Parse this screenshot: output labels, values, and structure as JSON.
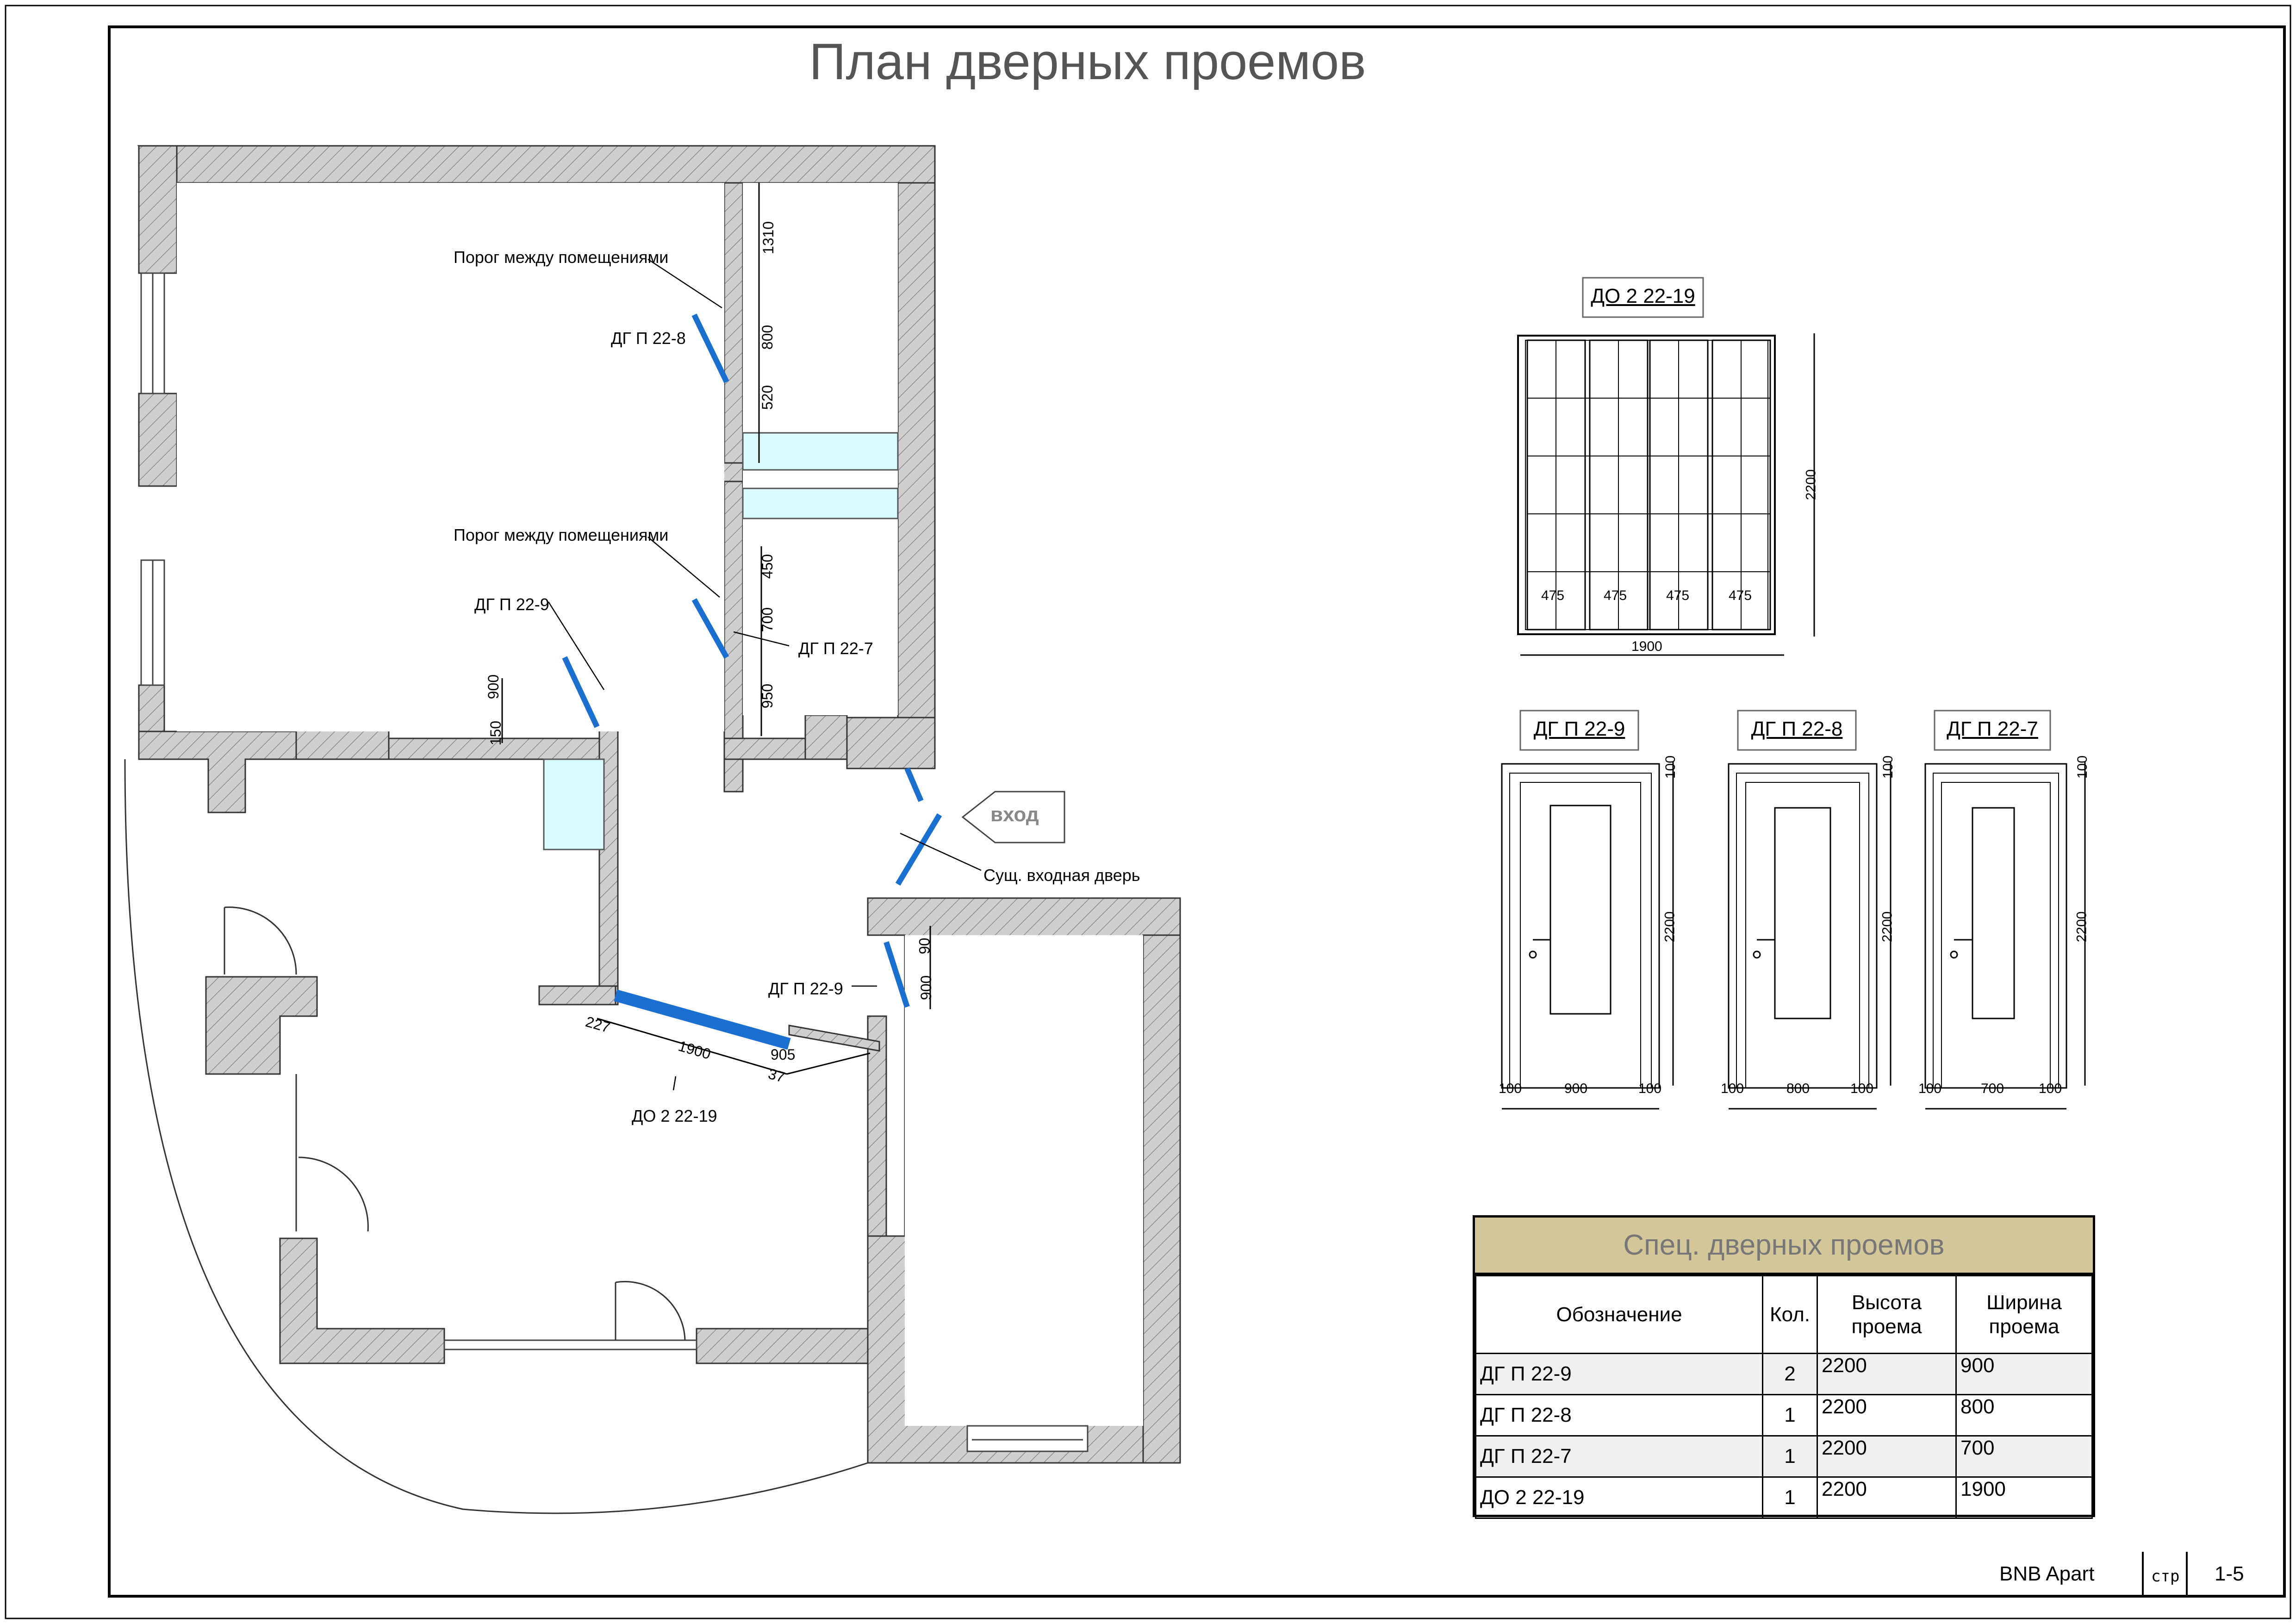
{
  "title": "План дверных проемов",
  "plan_labels": {
    "threshold": "Порог между помещениями",
    "door_9": "ДГ П 22-9",
    "door_8": "ДГ П 22-8",
    "door_7": "ДГ П 22-7",
    "door_19": "ДО 2 22-19",
    "entrance": "вход",
    "existing_door": "Сущ. входная дверь",
    "dims": {
      "d1310": "1310",
      "d800": "800",
      "d520": "520",
      "d450": "450",
      "d700": "700",
      "d950": "950",
      "d900a": "900",
      "d150": "150",
      "d90": "90",
      "d900b": "900",
      "d1900": "1900",
      "d227": "227",
      "d37": "37",
      "d905": "905"
    }
  },
  "elevations": {
    "do2": {
      "title": "ДО 2 22-19",
      "width": "1900",
      "height": "2200",
      "panel": "475"
    },
    "dg9": {
      "title": "ДГ П 22-9",
      "left": "100",
      "mid": "900",
      "right": "100",
      "height": "2200",
      "top": "100"
    },
    "dg8": {
      "title": "ДГ П 22-8",
      "left": "100",
      "mid": "800",
      "right": "100",
      "height": "2200",
      "top": "100"
    },
    "dg7": {
      "title": "ДГ П 22-7",
      "left": "100",
      "mid": "700",
      "right": "100",
      "height": "2200",
      "top": "100"
    }
  },
  "spec": {
    "title": "Спец. дверных проемов",
    "headers": [
      "Обозначение",
      "Кол.",
      "Высота проема",
      "Ширина проема"
    ],
    "rows": [
      [
        "ДГ П 22-9",
        "2",
        "2200",
        "900"
      ],
      [
        "ДГ П 22-8",
        "1",
        "2200",
        "800"
      ],
      [
        "ДГ П 22-7",
        "1",
        "2200",
        "700"
      ],
      [
        "ДО 2 22-19",
        "1",
        "2200",
        "1900"
      ]
    ]
  },
  "footer": {
    "project": "BNB Apart",
    "sheet_label": "стр",
    "sheet": "1-5"
  },
  "colors": {
    "wall": "#d0d0d0",
    "door": "#1a6fd1",
    "glass": "#d9fbff",
    "accent": "#d3c799"
  }
}
